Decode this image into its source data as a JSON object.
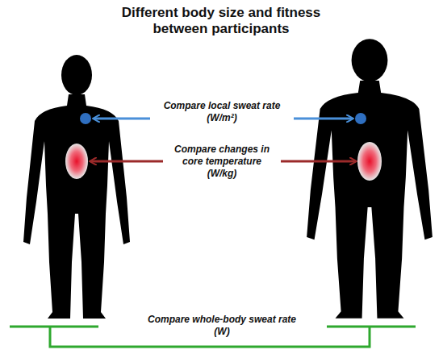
{
  "diagram": {
    "title": "Different body size and fitness between participants",
    "labels": [
      "Compare local sweat rate (W/m²)",
      "Compare changes in core temperature (W/kg)",
      "Compare whole-body sweat rate (W)"
    ]
  }
}
